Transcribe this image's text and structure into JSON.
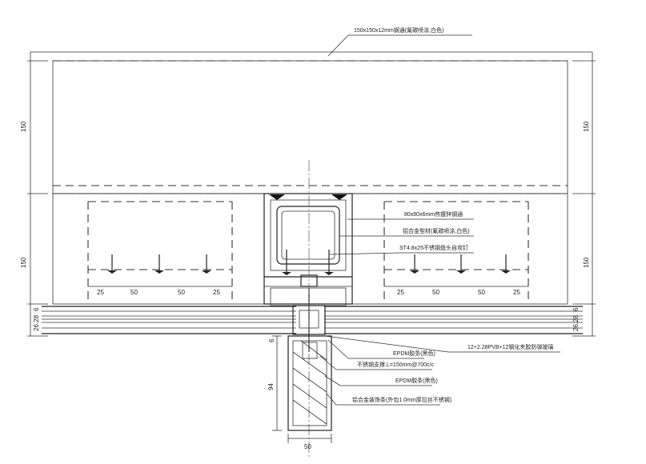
{
  "labels": {
    "steel_tube_top": "150x150x12mm钢通(氟碳喷涂,白色)",
    "steel_tube_mid": "80x80x6mm热镀锌钢通",
    "alu_profile": "铝合金型材(氟碳喷涂,白色)",
    "screw": "ST4.8x25不锈钢盘头自攻钉",
    "glass": "12+2.28PVB+12钢化夹胶防弹玻璃",
    "epdm_1": "EPDM胶条(黑色)",
    "bolt": "不锈钢支撑,L=150mm@700c/c",
    "epdm_2": "EPDM胶条(黑色)",
    "cover": "铝合金装饰条(外包1.0mm厚拉丝不锈钢)"
  },
  "dims": {
    "left_150_top": "150",
    "right_150_top": "150",
    "left_150_bottom": "150",
    "right_150_bottom": "150",
    "left_glass": "26.28",
    "left_gap": "6",
    "right_glass": "26.28",
    "right_gap": "6",
    "spacing_left": [
      "25",
      "50",
      "50",
      "25"
    ],
    "spacing_right": [
      "25",
      "50",
      "50",
      "25"
    ],
    "mullion_depth": "94",
    "mullion_width": "50",
    "mullion_small": "6"
  }
}
